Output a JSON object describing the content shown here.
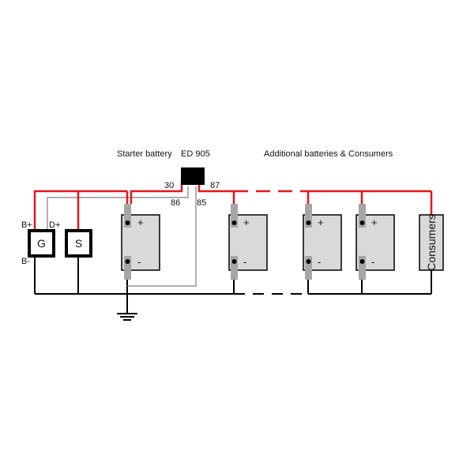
{
  "labels": {
    "starter_battery": "Starter battery",
    "relay": "ED 905",
    "additional": "Additional batteries & Consumers",
    "t30": "30",
    "t87": "87",
    "t86": "86",
    "t85": "85",
    "b_plus": "B+",
    "d_plus": "D+",
    "b_minus": "B-",
    "generator": "G",
    "starter": "S",
    "consumers": "Consumers",
    "plus": "+",
    "minus": "-"
  },
  "colors": {
    "positive_wire": "#e8141b",
    "negative_wire": "#000000",
    "control_wire": "#7f7f7f",
    "battery_fill": "#d9d9d9",
    "terminal": "#a6a6a6",
    "relay_fill": "#000000"
  },
  "icons": {
    "ground": "ground-icon"
  }
}
